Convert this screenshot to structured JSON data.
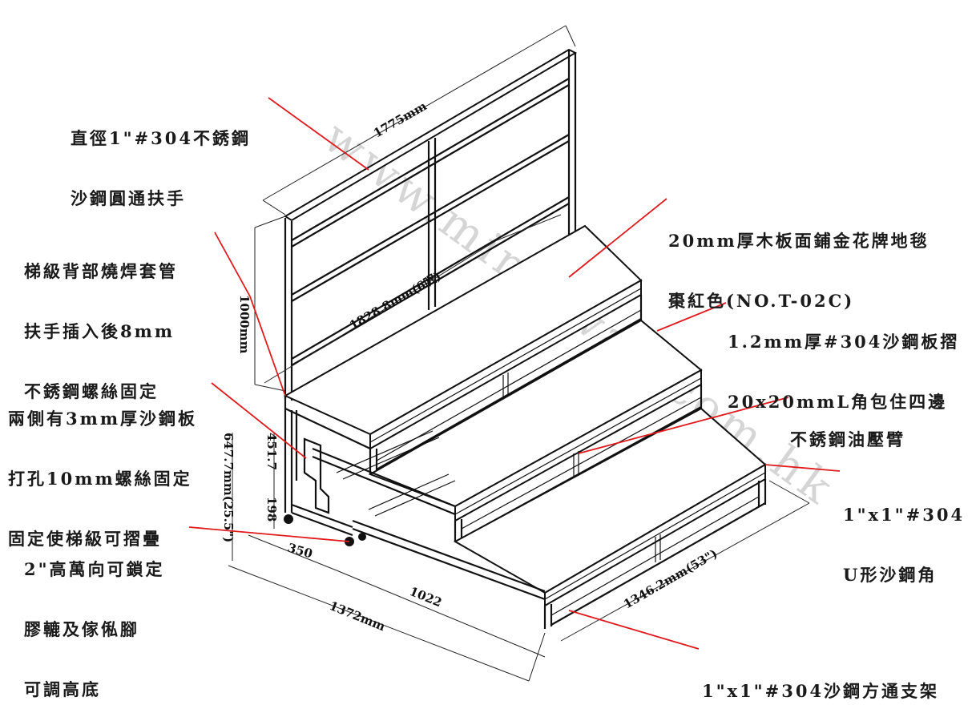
{
  "watermark": "www.ming-wan.com.hk",
  "colors": {
    "leader": "#e0191c",
    "line": "#111111",
    "watermark": "#c8c8c8"
  },
  "annotations": {
    "handrail": [
      "直徑1\"#304不銹鋼",
      "沙鋼圓通扶手"
    ],
    "back_sleeve": [
      "梯級背部燒焊套管",
      "扶手插入後8mm",
      "不銹鋼螺絲固定"
    ],
    "side_plate": [
      "兩側有3mm厚沙鋼板",
      "打孔10mm螺絲固定",
      "固定使梯級可摺疊"
    ],
    "casters": [
      "2\"高萬向可鎖定",
      "膠轆及傢俬腳",
      "可調高底"
    ],
    "deck": [
      "20mm厚木板面鋪金花牌地毯",
      "棗紅色(NO.T-02C)"
    ],
    "edge_trim": [
      "1.2mm厚#304沙鋼板摺",
      "20x20mmL角包住四邊"
    ],
    "hydraulic_arm": [
      "不銹鋼油壓臂"
    ],
    "u_channel": [
      "1\"x1\"#304",
      "U形沙鋼角"
    ],
    "square_tube": [
      "1\"x1\"#304沙鋼方通支架"
    ]
  },
  "dimensions": {
    "rail_length": "1775mm",
    "rail_height": "1000mm",
    "step_width": "1828.8mm(6呎)",
    "depth_front": "1346.2mm(53\")",
    "total_height": "647.7mm(25.5\")",
    "upper_height": "451.7",
    "lower_height": "198",
    "depth_a": "350",
    "depth_b": "1022",
    "depth_total": "1372mm"
  }
}
